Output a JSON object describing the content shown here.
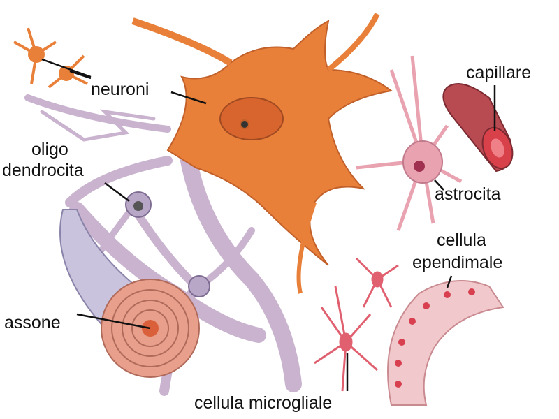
{
  "labels": {
    "neuroni": "neuroni",
    "oligo_line1": "oligo",
    "oligo_line2": "dendrocita",
    "assone": "assone",
    "capillare": "capillare",
    "astrocita": "astrocita",
    "ependimale_line1": "cellula",
    "ependimale_line2": "ependimale",
    "microgliale": "cellula microgliale"
  },
  "colors": {
    "neuron": "#e8803a",
    "glia": "#c9b3cf",
    "astrocyte": "#e9a2b0",
    "capillary": "#b84a52",
    "myelin": "#e8a08c",
    "ependymal": "#f1c9cc"
  }
}
